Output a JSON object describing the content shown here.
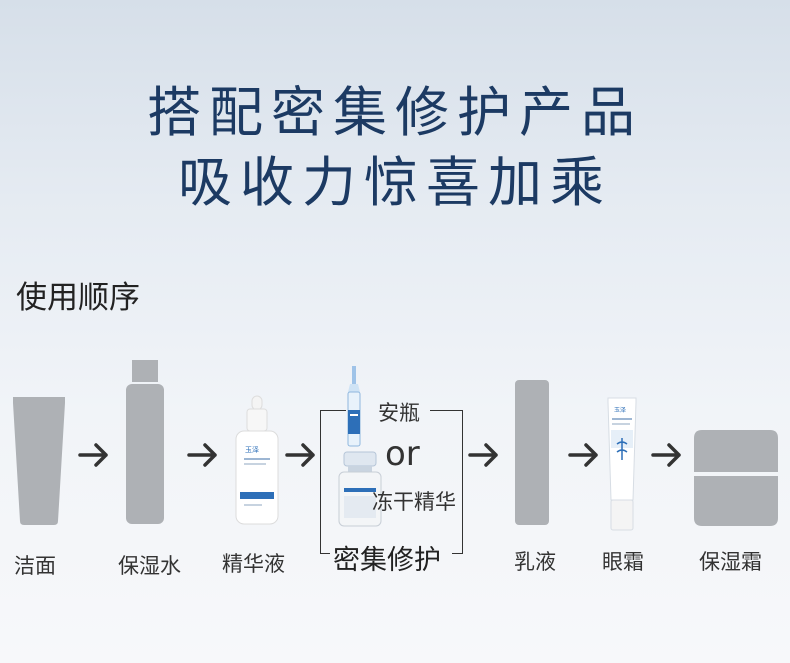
{
  "headline": {
    "line1": "搭配密集修护产品",
    "line2": "吸收力惊喜加乘"
  },
  "section_title": "使用顺序",
  "steps": [
    {
      "label": "洁面",
      "icon": "cleanser-tube-icon"
    },
    {
      "label": "保湿水",
      "icon": "toner-bottle-icon"
    },
    {
      "label": "精华液",
      "icon": "serum-dropper-bottle-icon"
    },
    {
      "label": "密集修护",
      "icon": "ampoule-and-vial-icon"
    },
    {
      "label": "乳液",
      "icon": "lotion-bottle-icon"
    },
    {
      "label": "眼霜",
      "icon": "eye-cream-tube-icon"
    },
    {
      "label": "保湿霜",
      "icon": "cream-jar-icon"
    }
  ],
  "intensive_repair": {
    "option_a": "安瓶",
    "or": "or",
    "option_b": "冻干精华"
  },
  "colors": {
    "headline": "#1c3a63",
    "placeholder_gray": "#aeb1b5",
    "brand_blue": "#2d6fb8",
    "arrow": "#333333"
  }
}
